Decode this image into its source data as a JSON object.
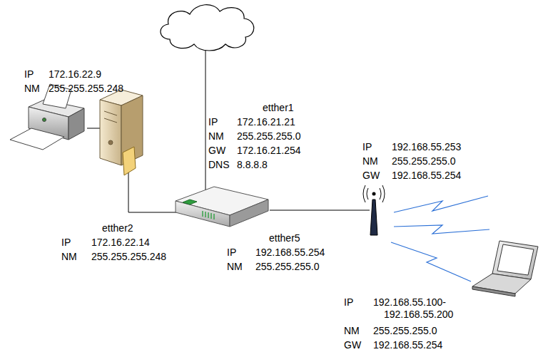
{
  "diagram": {
    "labels": [
      "IP",
      "172.16.22.9",
      "NM",
      "255.255.255.248",
      "etther1",
      "IP",
      "172.16.21.21",
      "NM",
      "255.255.255.0",
      "GW",
      "172.16.21.254",
      "DNS",
      "8.8.8.8",
      "IP",
      "192.168.55.253",
      "NM",
      "255.255.255.0",
      "GW",
      "192.168.55.254",
      "etther2",
      "IP",
      "172.16.22.14",
      "NM",
      "255.255.255.248",
      "etther5",
      "IP",
      "192.168.55.254",
      "NM",
      "255.255.255.0",
      "IP",
      "192.168.55.100- 192.168.55.200",
      "NM",
      "255.255.255.0",
      "GW",
      "192.168.55.254"
    ]
  }
}
